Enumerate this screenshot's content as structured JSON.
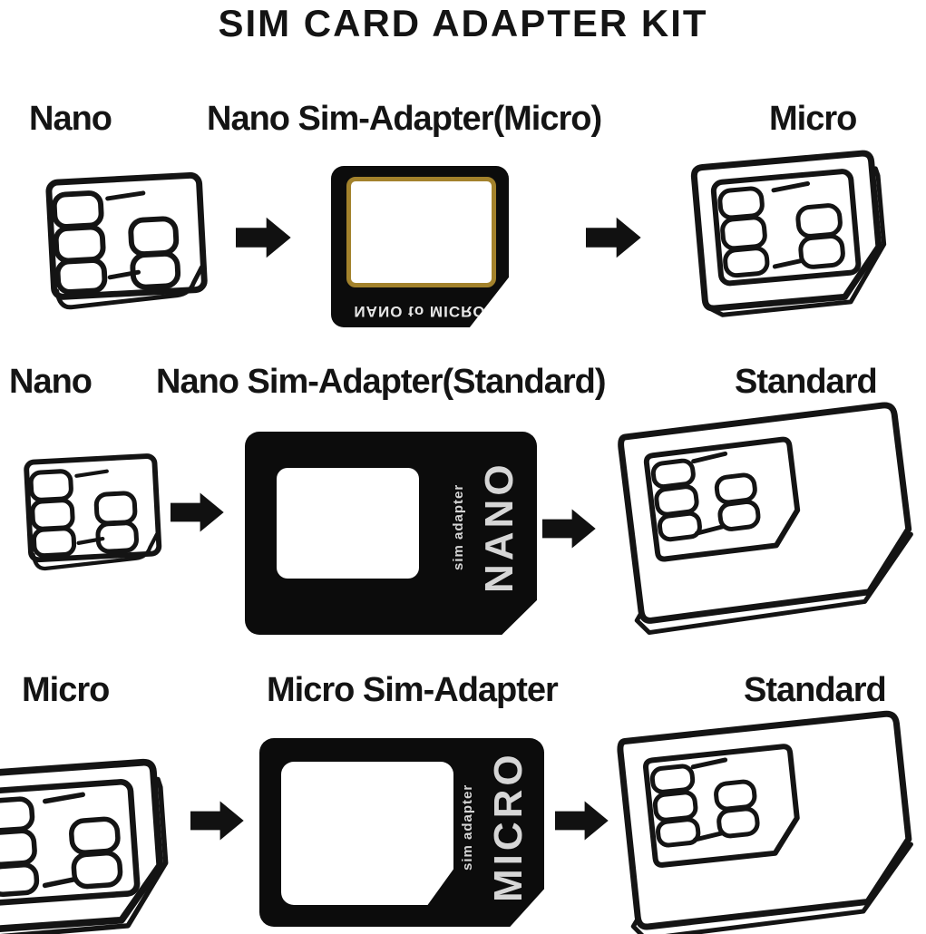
{
  "title": "SIM CARD ADAPTER KIT",
  "rows": [
    {
      "left_label": "Nano",
      "center_label": "Nano Sim-Adapter(Micro)",
      "right_label": "Micro",
      "adapter_text": "NANO to MICRO"
    },
    {
      "left_label": "Nano",
      "center_label": "Nano Sim-Adapter(Standard)",
      "right_label": "Standard",
      "adapter_big_text": "NANO",
      "adapter_small_text": "sim adapter"
    },
    {
      "left_label": "Micro",
      "center_label": "Micro Sim-Adapter",
      "right_label": "Standard",
      "adapter_big_text": "MICRO",
      "adapter_small_text": "sim adapter"
    }
  ],
  "icons": {
    "arrow": "solid-right-arrow",
    "nano_card": "nano-sim-line-drawing",
    "micro_card": "micro-sim-line-drawing",
    "standard_card": "standard-sim-line-drawing"
  },
  "colors": {
    "background": "#ffffff",
    "ink": "#141414",
    "adapter_black": "#0c0c0c",
    "adapter_text": "#d6d6d6",
    "gold_rim": "#a3822c"
  }
}
